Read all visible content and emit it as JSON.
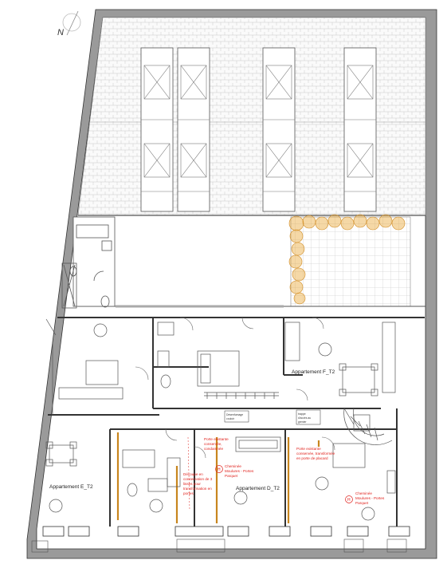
{
  "north_label": "N",
  "apartments": {
    "f": "Appartement F_T2",
    "e": "Appartement E_T2",
    "d": "Appartement D_T2"
  },
  "notes": {
    "stair_cupboard": [
      "Désenfumage",
      "couloir"
    ],
    "attic_hatch": [
      "trappe",
      "d'accès au",
      "grenier"
    ],
    "door_condemned": [
      "Porte existante",
      "conservée,",
      "condamnée"
    ],
    "door_placard": [
      "Porte existante",
      "conservée, transformée",
      "en porte de placard"
    ],
    "cutout": [
      "Découpe en",
      "conservation de 3",
      "lisses pour",
      "transformation en",
      "portes"
    ],
    "feature_d": [
      "Cheminée",
      "Moulures - Portes",
      "Parquet"
    ],
    "feature_f": [
      "Cheminée",
      "Moulures - Portes",
      "Parquet"
    ]
  },
  "heritage_marker": "H",
  "colors": {
    "wall": "#9a9a9a",
    "wall_edge": "#333333",
    "note_red": "#e0201b",
    "tree_orange": "#e8a93a",
    "timber": "#c8861e"
  }
}
